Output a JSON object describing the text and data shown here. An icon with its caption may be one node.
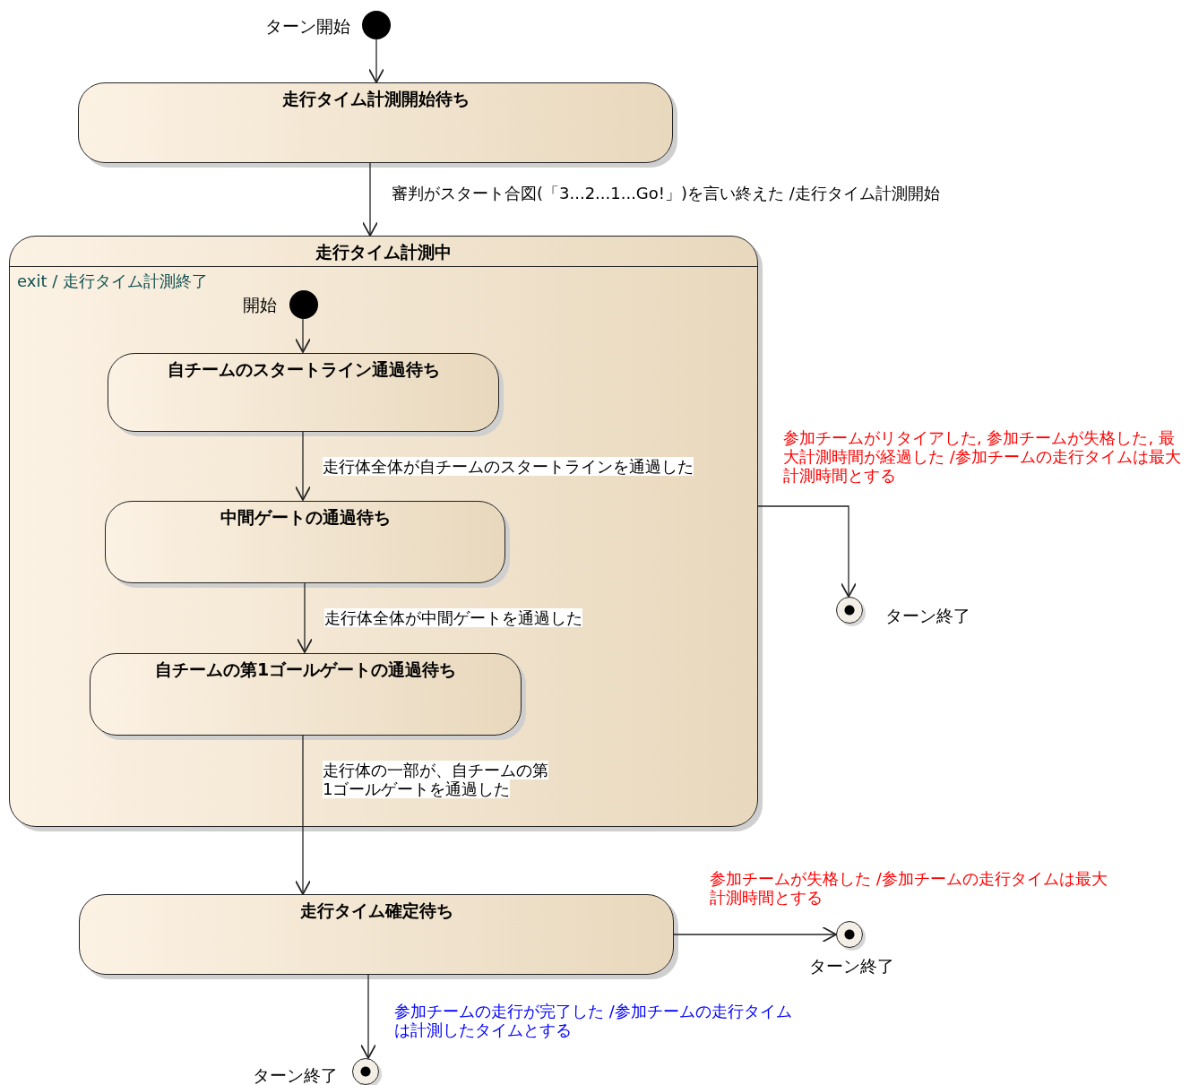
{
  "diagram": {
    "nodes": [
      {
        "text": [],
        "shape": "circle",
        "beside": [
          "ターン開始"
        ]
      },
      {
        "text": [
          "走行タイム計測開始待ち"
        ]
      },
      {
        "text": [
          "走行タイム計測中",
          "exit / 走行タイム計測終了"
        ]
      },
      {
        "text": [],
        "shape": "circle",
        "beside": [
          "開始"
        ],
        "in": 2
      },
      {
        "text": [
          "自チームのスタートライン通過待ち"
        ],
        "in": 2
      },
      {
        "text": [
          "中間ゲートの通過待ち"
        ],
        "in": 2
      },
      {
        "text": [
          "自チームの第1ゴールゲートの通過待ち"
        ],
        "in": 2
      },
      {
        "text": [],
        "shape": "circle",
        "beside": [
          "ターン終了"
        ]
      },
      {
        "text": [
          "走行タイム確定待ち"
        ]
      },
      {
        "text": [],
        "shape": "circle",
        "beside": [
          "ターン終了"
        ]
      },
      {
        "text": [],
        "shape": "circle",
        "beside": [
          "ターン終了"
        ]
      }
    ],
    "edges": [
      {
        "from": 0,
        "to": 1,
        "arrow": "to"
      },
      {
        "from": 1,
        "to": 2,
        "arrow": "to",
        "label": "審判がスタート合図(「3...2...1...Go!」)を言い終えた /走行タイム計測開始"
      },
      {
        "from": 3,
        "to": 4,
        "arrow": "to"
      },
      {
        "from": 4,
        "to": 5,
        "arrow": "to",
        "label": "走行体全体が自チームのスタートラインを通過した"
      },
      {
        "from": 5,
        "to": 6,
        "arrow": "to",
        "label": "走行体全体が中間ゲートを通過した"
      },
      {
        "from": 6,
        "to": 8,
        "arrow": "to",
        "label": "走行体の一部が、自チームの第1ゴールゲートを通過した"
      },
      {
        "from": 2,
        "to": 7,
        "arrow": "to",
        "label": "参加チームがリタイアした, 参加チームが失格した, 最大計測時間が経過した /参加チームの走行タイムは最大計測時間とする"
      },
      {
        "from": 8,
        "to": 9,
        "arrow": "to",
        "label": "参加チームが失格した /参加チームの走行タイムは最大計測時間とする"
      },
      {
        "from": 8,
        "to": 10,
        "arrow": "to",
        "label": "参加チームの走行が完了した /参加チームの走行タイムは計測したタイムとする"
      }
    ]
  }
}
